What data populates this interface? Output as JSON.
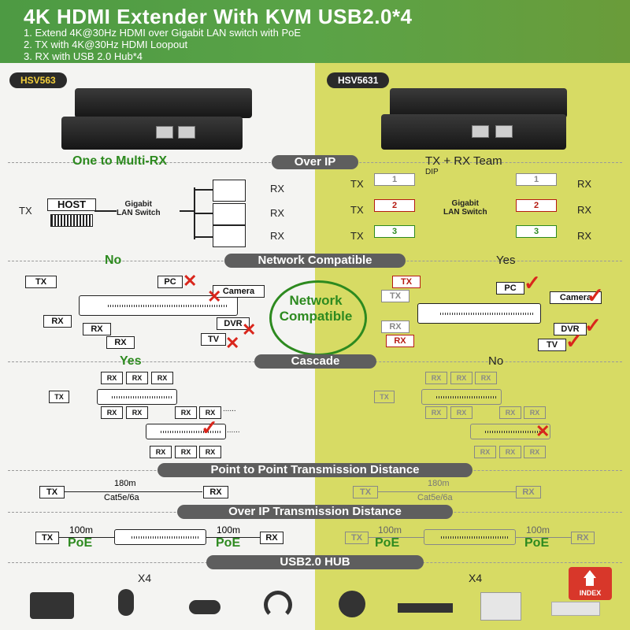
{
  "header": {
    "title": "4K HDMI Extender With KVM USB2.0*4",
    "features": [
      "1. Extend 4K@30Hz HDMI over Gigabit LAN switch with PoE",
      "2. TX with 4K@30Hz HDMI Loopout",
      "3. RX with USB 2.0 Hub*4"
    ]
  },
  "models": {
    "left": "HSV563",
    "right": "HSV5631"
  },
  "section1": {
    "left_label": "One to Multi-RX",
    "banner": "Over IP",
    "right_label": "TX + RX Team",
    "host": "HOST",
    "tx": "TX",
    "rx": "RX",
    "switch_label": "Gigabit\nLAN Switch",
    "dip": "DIP",
    "nums": [
      "1",
      "2",
      "3"
    ],
    "dots": "⋮"
  },
  "section2": {
    "left_label": "No",
    "banner": "Network Compatible",
    "right_label": "Yes",
    "center_text": "Network\nCompatible",
    "tx": "TX",
    "rx": "RX",
    "pc": "PC",
    "camera": "Camera",
    "dvr": "DVR",
    "tv": "TV"
  },
  "section3": {
    "left_label": "Yes",
    "banner": "Cascade",
    "right_label": "No",
    "tx": "TX",
    "rx": "RX",
    "dots": "......"
  },
  "section4": {
    "banner": "Point to Point Transmission Distance",
    "tx": "TX",
    "rx": "RX",
    "distance": "180m",
    "cable": "Cat5e/6a"
  },
  "section5": {
    "banner": "Over IP Transmission Distance",
    "tx": "TX",
    "rx": "RX",
    "distance": "100m",
    "poe": "PoE"
  },
  "section6": {
    "banner": "USB2.0 HUB",
    "left_count": "X4",
    "right_count": "X4",
    "index": "INDEX"
  }
}
